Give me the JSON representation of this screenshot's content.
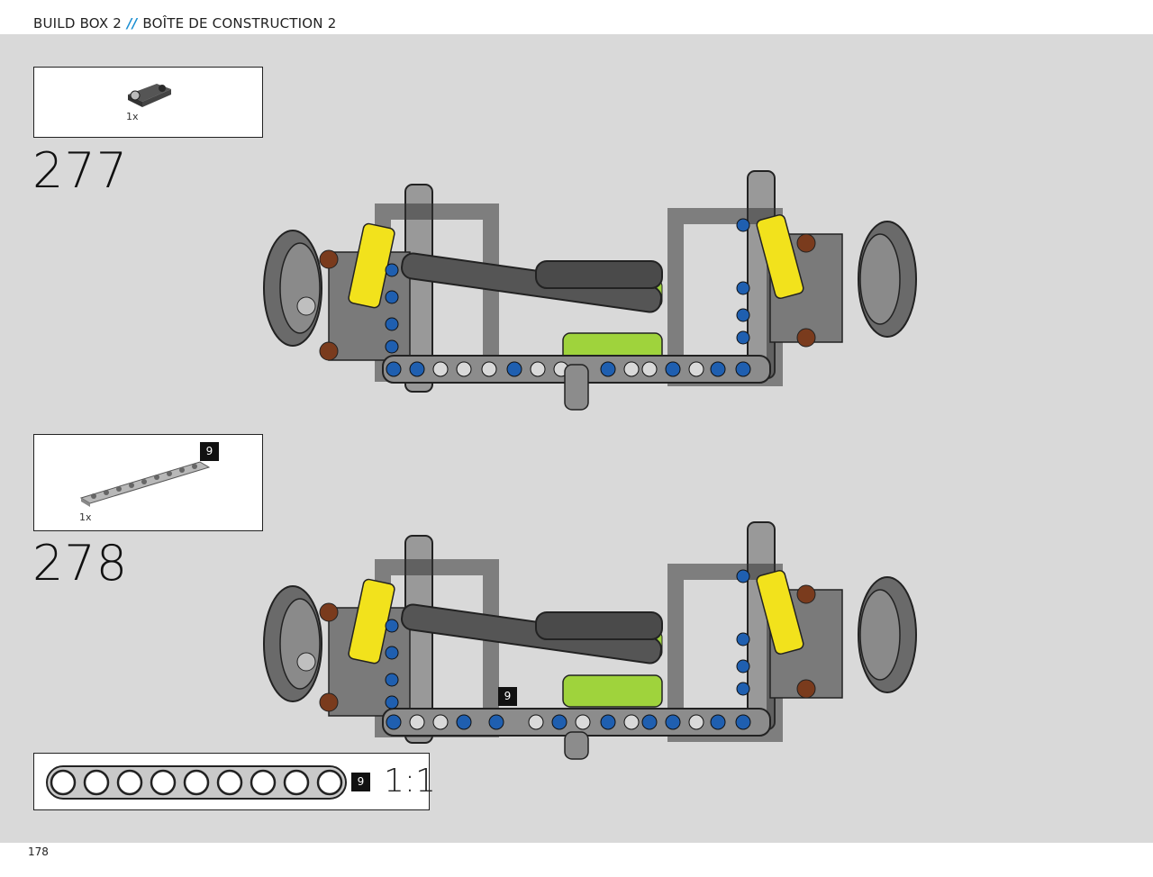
{
  "header": {
    "title_en": "BUILD BOX 2",
    "separator": "//",
    "title_fr": "BOÎTE DE CONSTRUCTION 2"
  },
  "steps": [
    {
      "number": "277",
      "part_qty": "1x",
      "part_icon": "connector-part-icon"
    },
    {
      "number": "278",
      "part_qty": "1x",
      "part_icon": "beam-part-icon",
      "part_length": "9",
      "callout_length": "9"
    }
  ],
  "scale_ref": {
    "length": "9",
    "label": "1:1"
  },
  "page_number": "178",
  "colors": {
    "background": "#d9d9d9",
    "accent": "#1b8fd2",
    "yellow": "#f2e21c",
    "lime": "#9fd33c",
    "blue": "#1f5fb0",
    "dark_gray": "#4a4a4a",
    "mid_gray": "#8c8c8c"
  }
}
